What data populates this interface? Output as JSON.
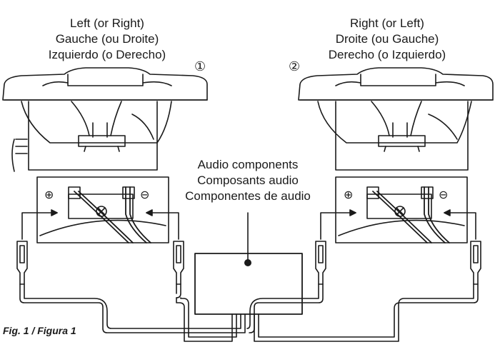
{
  "speakers": {
    "left": {
      "label": [
        "Left (or Right)",
        "Gauche (ou Droite)",
        "Izquierdo (o Derecho)"
      ],
      "marker": "①"
    },
    "right": {
      "label": [
        "Right (or Left)",
        "Droite (ou Gauche)",
        "Derecho (o Izquierdo)"
      ],
      "marker": "②"
    }
  },
  "terminals": {
    "plus": "⊕",
    "minus": "⊖"
  },
  "center": {
    "label": [
      "Audio components",
      "Composants audio",
      "Componentes de audio"
    ]
  },
  "figure": {
    "caption": "Fig. 1 / Figura 1"
  },
  "colors": {
    "line": "#1a1a1a",
    "background": "#ffffff"
  }
}
